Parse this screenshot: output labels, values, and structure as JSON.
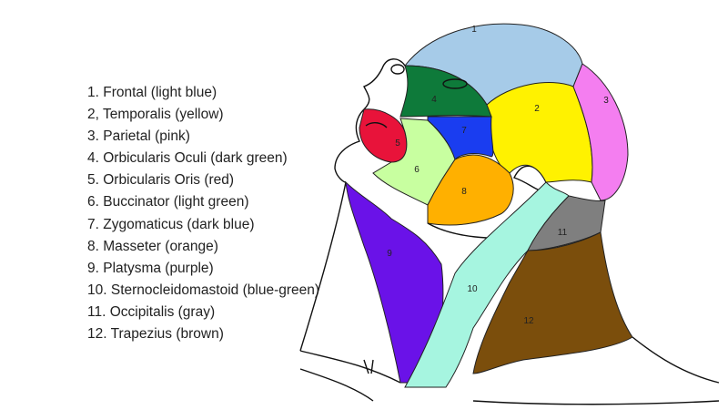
{
  "legend": [
    "1.  Frontal  (light blue)",
    "2,  Temporalis  (yellow)",
    "3.  Parietal (pink)",
    "4.  Orbicularis Oculi (dark green)",
    "5.  Orbicularis Oris (red)",
    "6.  Buccinator (light green)",
    "7.  Zygomaticus (dark blue)",
    "8.  Masseter (orange)",
    "9.  Platysma (purple)",
    "10. Sternocleidomastoid (blue-green)",
    "11.  Occipitalis (gray)",
    "12. Trapezius (brown)"
  ],
  "regions": [
    {
      "label": "1",
      "name": "Frontal",
      "color": "#a6cbe8"
    },
    {
      "label": "2",
      "name": "Temporalis",
      "color": "#fff200"
    },
    {
      "label": "3",
      "name": "Parietal",
      "color": "#f47ef0"
    },
    {
      "label": "4",
      "name": "Orbicularis Oculi",
      "color": "#0e7a3a"
    },
    {
      "label": "5",
      "name": "Orbicularis Oris",
      "color": "#e8133a"
    },
    {
      "label": "6",
      "name": "Buccinator",
      "color": "#c8ffa0"
    },
    {
      "label": "7",
      "name": "Zygomaticus",
      "color": "#1a3df0"
    },
    {
      "label": "8",
      "name": "Masseter",
      "color": "#ffb000"
    },
    {
      "label": "9",
      "name": "Platysma",
      "color": "#6a12e8"
    },
    {
      "label": "10",
      "name": "Sternocleidomastoid",
      "color": "#a6f5e0"
    },
    {
      "label": "11",
      "name": "Occipitalis",
      "color": "#7f7f7f"
    },
    {
      "label": "12",
      "name": "Trapezius",
      "color": "#7b4e0c"
    }
  ]
}
